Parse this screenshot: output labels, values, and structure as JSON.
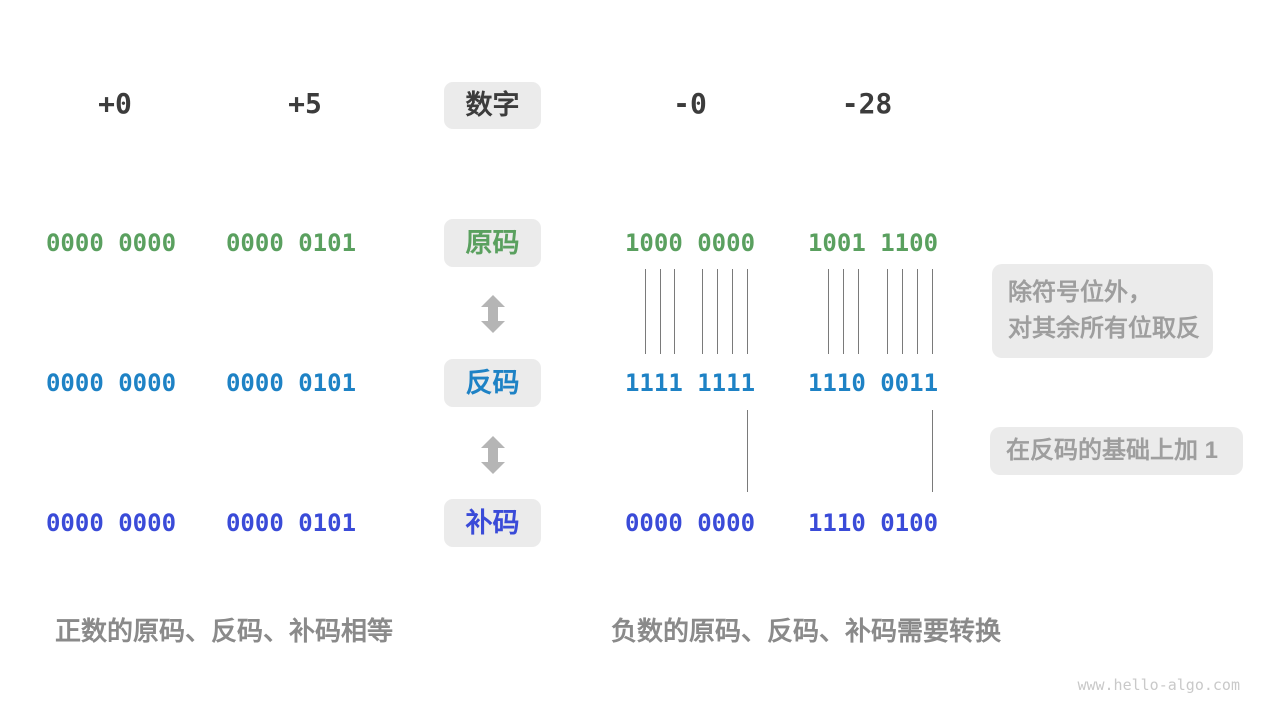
{
  "header": {
    "pos_zero": "+0",
    "pos_five": "+5",
    "center_label": "数字",
    "neg_zero": "-0",
    "neg_28": "-28"
  },
  "rows": [
    {
      "label": "原码",
      "meaning": "sign-magnitude",
      "color": "#5aa05f",
      "values": [
        "0000 0000",
        "0000 0101",
        "1000 0000",
        "1001 1100"
      ]
    },
    {
      "label": "反码",
      "meaning": "ones-complement",
      "color": "#1e82c5",
      "values": [
        "0000 0000",
        "0000 0101",
        "1111 1111",
        "1110 0011"
      ]
    },
    {
      "label": "补码",
      "meaning": "twos-complement",
      "color": "#3a4bd8",
      "values": [
        "0000 0000",
        "0000 0101",
        "0000 0000",
        "1110 0100"
      ]
    }
  ],
  "annotations": {
    "invert_line1": "除符号位外，",
    "invert_line2": "对其余所有位取反",
    "add_one": "在反码的基础上加 1"
  },
  "captions": {
    "positive": "正数的原码、反码、补码相等",
    "negative": "负数的原码、反码、补码需要转换"
  },
  "watermark": "www.hello-algo.com",
  "colors": {
    "sign_magnitude_green": "#5aa05f",
    "ones_complement_blue": "#1e82c5",
    "twos_complement_indigo": "#3a4bd8",
    "label_box_bg": "#ebebeb",
    "header_text": "#3c3c3c",
    "annotation_text": "#9e9e9e",
    "caption_text": "#8a8a8a",
    "arrow_gray": "#b5b5b5",
    "tick_line": "#7a7a7a",
    "watermark_text": "#c9c9c9"
  }
}
